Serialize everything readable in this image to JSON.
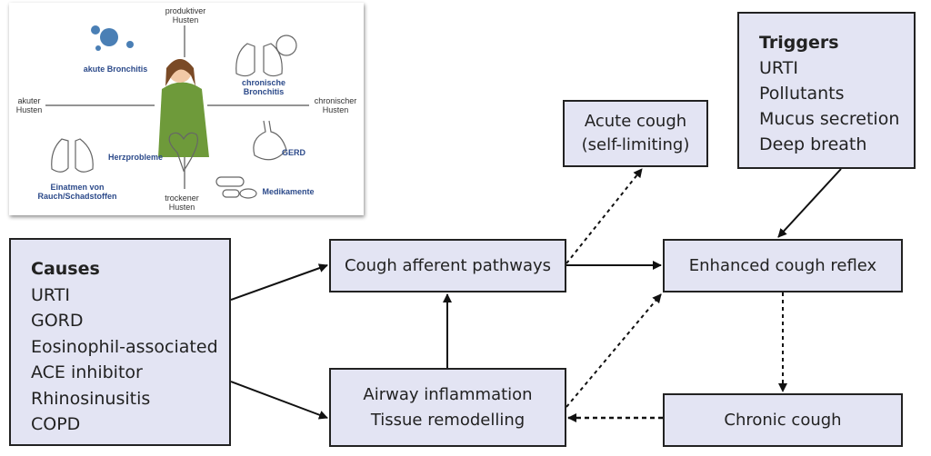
{
  "inset": {
    "productive_cough": [
      "produktiver",
      "Husten"
    ],
    "acute_bronchitis": "akute Bronchitis",
    "chronic_bronchitis": [
      "chronische",
      "Bronchitis"
    ],
    "acute_cough": [
      "akuter",
      "Husten"
    ],
    "chronic_cough": [
      "chronischer",
      "Husten"
    ],
    "heart_problems": "Herzprobleme",
    "gerd": "GERD",
    "smoke_inhalation": [
      "Einatmen von",
      "Rauch/Schadstoffen"
    ],
    "dry_cough": [
      "trockener",
      "Husten"
    ],
    "medications": "Medikamente",
    "colors": {
      "virus": "#4a7fb5",
      "person_green": "#6e9a3a",
      "label_blue": "#2c4a8a"
    }
  },
  "triggers": {
    "title": "Triggers",
    "items": [
      "URTI",
      "Pollutants",
      "Mucus secretion",
      "Deep breath"
    ]
  },
  "causes": {
    "title": "Causes",
    "items": [
      "URTI",
      "GORD",
      "Eosinophil-associated",
      "ACE inhibitor",
      "Rhinosinusitis",
      "COPD"
    ]
  },
  "acute_cough": [
    "Acute cough",
    "(self-limiting)"
  ],
  "afferent": "Cough afferent pathways",
  "enhanced": "Enhanced cough reflex",
  "airway": [
    "Airway inflammation",
    "Tissue remodelling"
  ],
  "chronic": "Chronic cough",
  "colors": {
    "box_fill": "#e3e4f3",
    "border": "#222222"
  }
}
